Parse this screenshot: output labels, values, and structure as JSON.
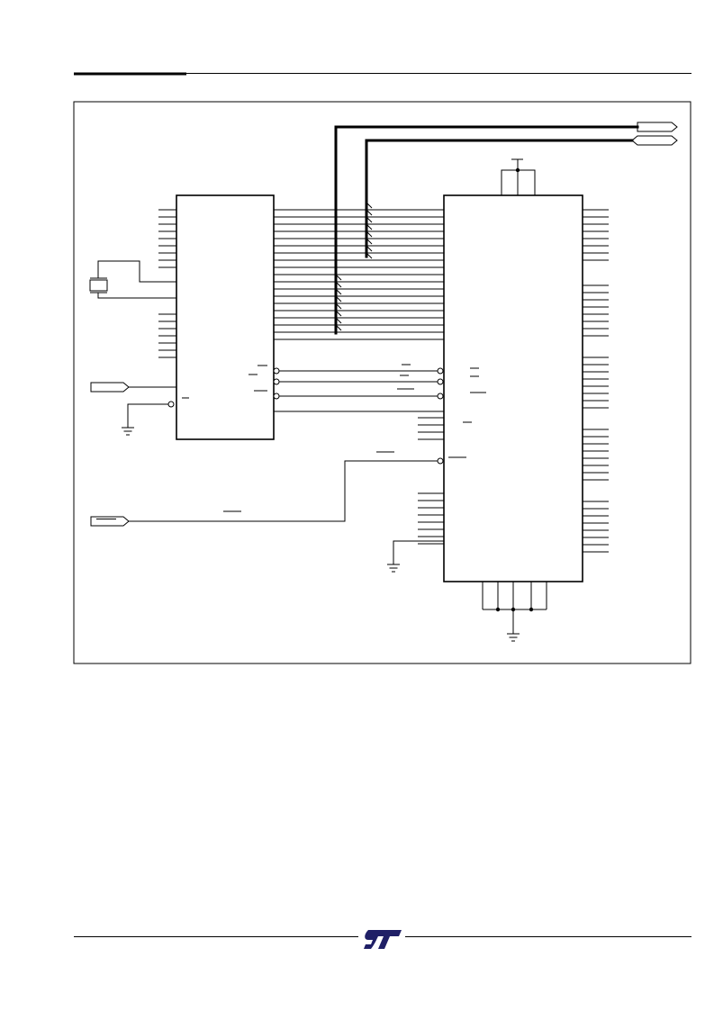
{
  "document": {
    "header_rule": "present",
    "footer_rule": "present"
  },
  "logo": {
    "text": "ST",
    "icon": "st-logo-icon",
    "color": "#1f1f66"
  },
  "diagram": {
    "figure": "schematic-connection-diagram",
    "labels_printed": false,
    "colors": {
      "line": "#000000",
      "background": "#ffffff",
      "bus": "#000000"
    }
  }
}
